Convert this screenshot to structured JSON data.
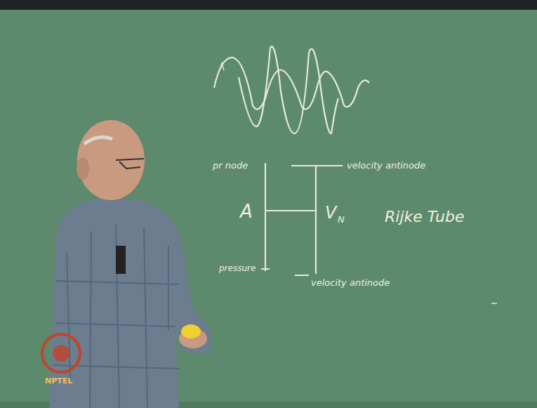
{
  "diagram": {
    "labels": [
      "pr node",
      "velocity antinode",
      "A",
      "V",
      "N",
      "Rijke Tube",
      "pressure",
      "velocity antinode",
      "NPTEL"
    ]
  }
}
